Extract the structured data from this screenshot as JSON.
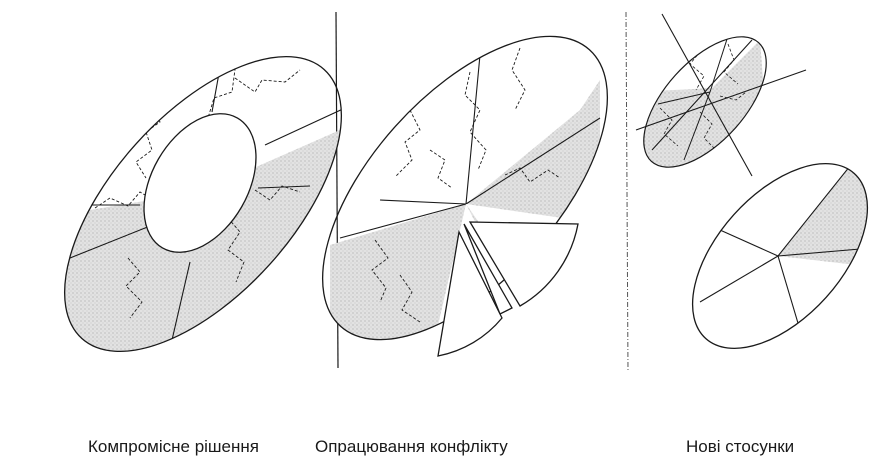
{
  "captions": {
    "compromise": "Компромісне рішення",
    "conflict_processing": "Опрацювання конфлікту",
    "new_relations": "Нові стосунки"
  },
  "colors": {
    "stroke": "#1a1a1a",
    "shade": "#d9d9d9",
    "background": "#ffffff"
  }
}
